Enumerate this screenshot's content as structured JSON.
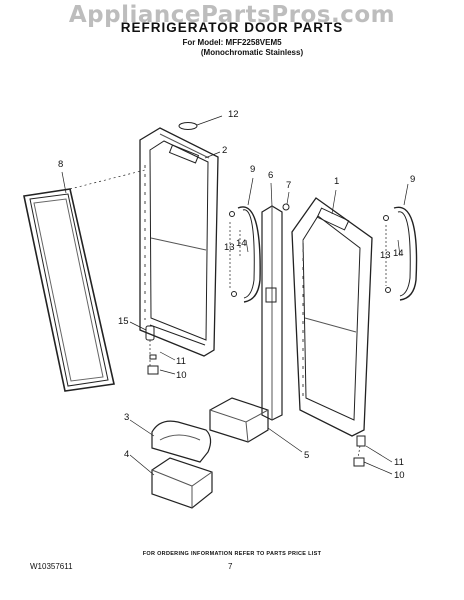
{
  "header": {
    "watermark": "AppliancePartsPros.com",
    "title": "REFRIGERATOR DOOR PARTS",
    "model_line1": "For Model: MFF2258VEM5",
    "model_line2": "(Monochromatic Stainless)"
  },
  "callouts": {
    "c12": "12",
    "c2": "2",
    "c8": "8",
    "c9a": "9",
    "c6": "6",
    "c7": "7",
    "c1": "1",
    "c9b": "9",
    "c13a": "13",
    "c14a": "14",
    "c13b": "13",
    "c14b": "14",
    "c15": "15",
    "c11a": "11",
    "c10a": "10",
    "c3": "3",
    "c5": "5",
    "c4": "4",
    "c11b": "11",
    "c10b": "10"
  },
  "footer": {
    "ordering_note": "FOR ORDERING INFORMATION REFER TO PARTS PRICE LIST",
    "doc_number": "W10357611",
    "page_number": "7"
  }
}
